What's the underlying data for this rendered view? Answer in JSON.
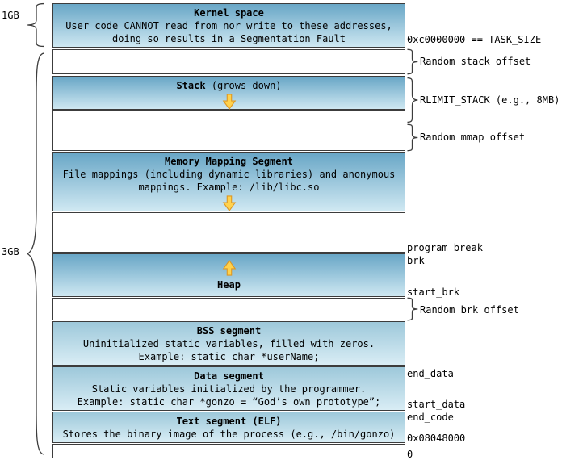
{
  "left": {
    "label_1gb": "1GB",
    "label_3gb": "3GB"
  },
  "segments": {
    "kernel": {
      "title": "Kernel space",
      "line1": "User code CANNOT read from nor write to these addresses,",
      "line2": "doing so results in a Segmentation Fault"
    },
    "stack": {
      "title": "Stack",
      "suffix": " (grows down)",
      "arrow_icon": "grow-down-arrow"
    },
    "mmap": {
      "title": "Memory Mapping Segment",
      "line1": "File mappings (including dynamic libraries) and anonymous",
      "line2": "mappings. Example: /lib/libc.so",
      "arrow_icon": "grow-down-arrow"
    },
    "heap": {
      "title": "Heap",
      "arrow_icon": "grow-up-arrow"
    },
    "bss": {
      "title": "BSS segment",
      "line1": "Uninitialized static variables, filled with zeros.",
      "line2": "Example: static char *userName;"
    },
    "data_seg": {
      "title": "Data segment",
      "line1": "Static variables initialized by the programmer.",
      "line2": "Example: static char *gonzo = “God’s own prototype”;"
    },
    "text_seg": {
      "title": "Text segment (ELF)",
      "line1": "Stores the binary image of the process (e.g., /bin/gonzo)"
    }
  },
  "right": {
    "task_size": "0xc0000000 == TASK_SIZE",
    "stack_offset": "Random stack offset",
    "rlimit_stack": "RLIMIT_STACK (e.g., 8MB)",
    "mmap_offset": "Random mmap offset",
    "program_break": "program break",
    "brk": "brk",
    "start_brk": "start_brk",
    "brk_offset": "Random brk offset",
    "end_data": "end_data",
    "start_data": "start_data",
    "end_code": "end_code",
    "text_start": "0x08048000",
    "zero": "0"
  },
  "colors": {
    "segment_gradient_top": "#68a6c6",
    "segment_gradient_bottom": "#cfe8f2",
    "light_segment_gradient_top": "#9dc8da",
    "light_segment_gradient_bottom": "#d9edf5",
    "arrow_fill": "#ffd24d",
    "arrow_border": "#dd9722",
    "border": "#3c3c3c"
  }
}
